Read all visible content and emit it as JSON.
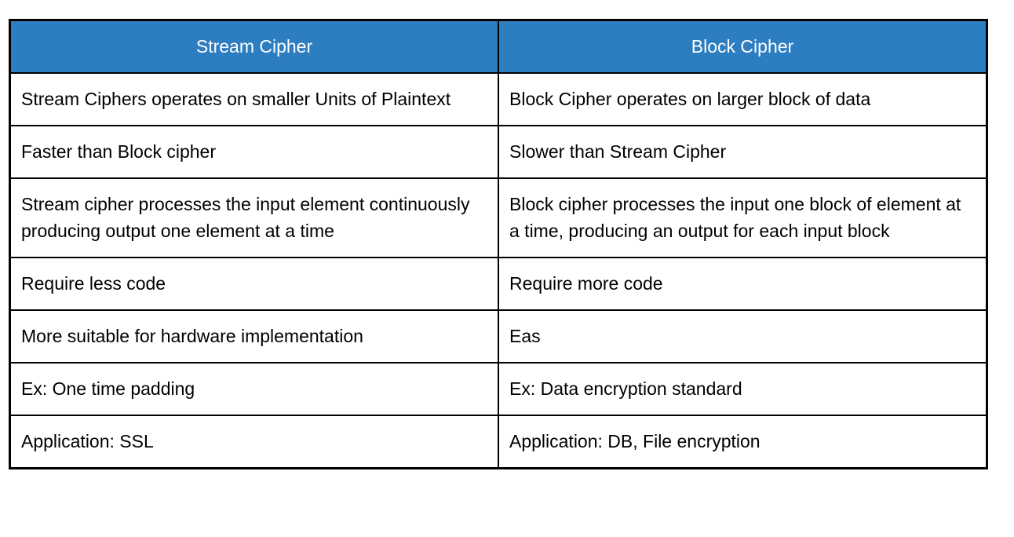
{
  "table": {
    "columns": [
      "Stream Cipher",
      "Block Cipher"
    ],
    "rows": [
      [
        "Stream Ciphers operates on smaller Units of Plaintext",
        "Block Cipher operates on larger block of data"
      ],
      [
        "Faster than Block cipher",
        "Slower than Stream Cipher"
      ],
      [
        "Stream cipher processes the input element continuously producing output one element at a time",
        "Block cipher processes the input one block of element at a time, producing an output for each input block"
      ],
      [
        "Require less code",
        "Require more code"
      ],
      [
        "More suitable for hardware implementation",
        "Eas"
      ],
      [
        "Ex: One time padding",
        "Ex: Data encryption standard"
      ],
      [
        "Application: SSL",
        "Application: DB, File encryption"
      ]
    ],
    "colors": {
      "header_bg": "#2d7dc1",
      "header_text": "#ffffff",
      "border": "#000000",
      "cell_bg": "#ffffff",
      "cell_text": "#000000"
    }
  }
}
